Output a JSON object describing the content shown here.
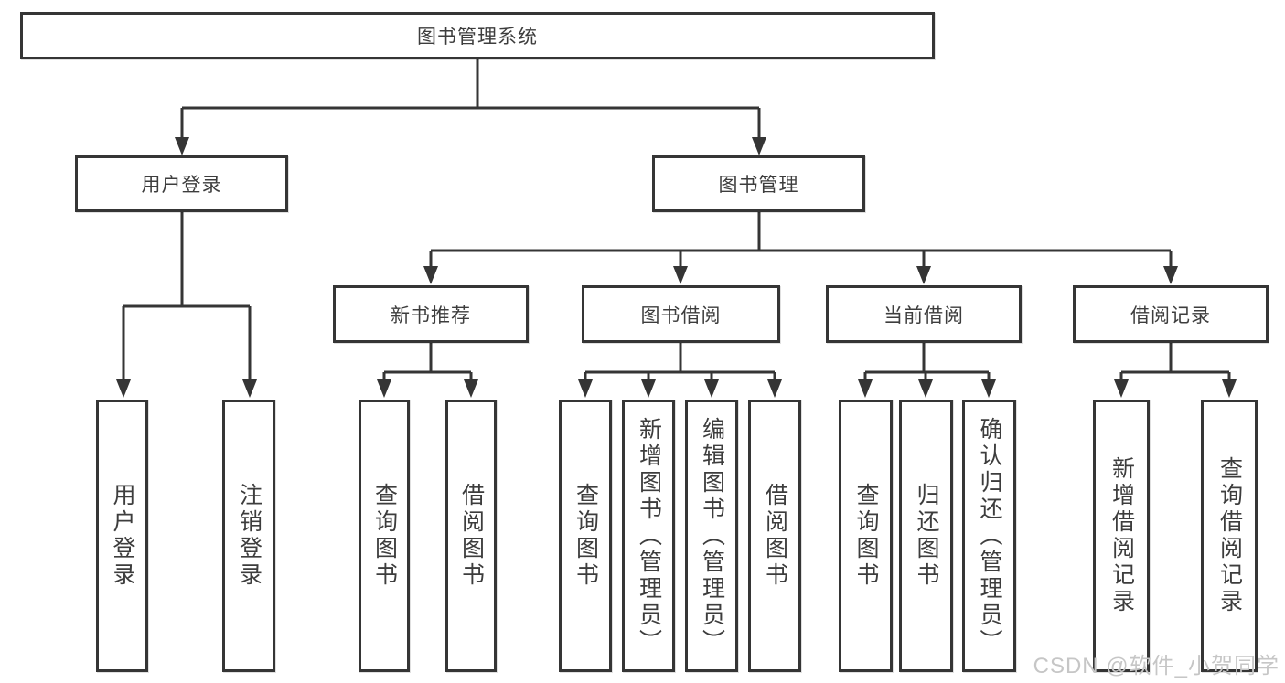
{
  "diagram": {
    "root": {
      "label": "图书管理系统"
    },
    "level2": [
      {
        "label": "用户登录"
      },
      {
        "label": "图书管理"
      }
    ],
    "level3": [
      {
        "label": "新书推荐"
      },
      {
        "label": "图书借阅"
      },
      {
        "label": "当前借阅"
      },
      {
        "label": "借阅记录"
      }
    ],
    "leaves": {
      "user_login": [
        "用户登录",
        "注销登录"
      ],
      "new_book": [
        "查询图书",
        "借阅图书"
      ],
      "book_borrow": [
        "查询图书",
        "新增图书（管理员）",
        "编辑图书（管理员）",
        "借阅图书"
      ],
      "current_borrow": [
        "查询图书",
        "归还图书",
        "确认归还（管理员）"
      ],
      "borrow_record": [
        "新增借阅记录",
        "查询借阅记录"
      ]
    },
    "colors": {
      "line": "#353535",
      "text": "#3d3d3d",
      "background": "#ffffff",
      "watermark": "#c6c6c6"
    }
  },
  "watermark": {
    "text": "CSDN @软件_小贺同学"
  }
}
